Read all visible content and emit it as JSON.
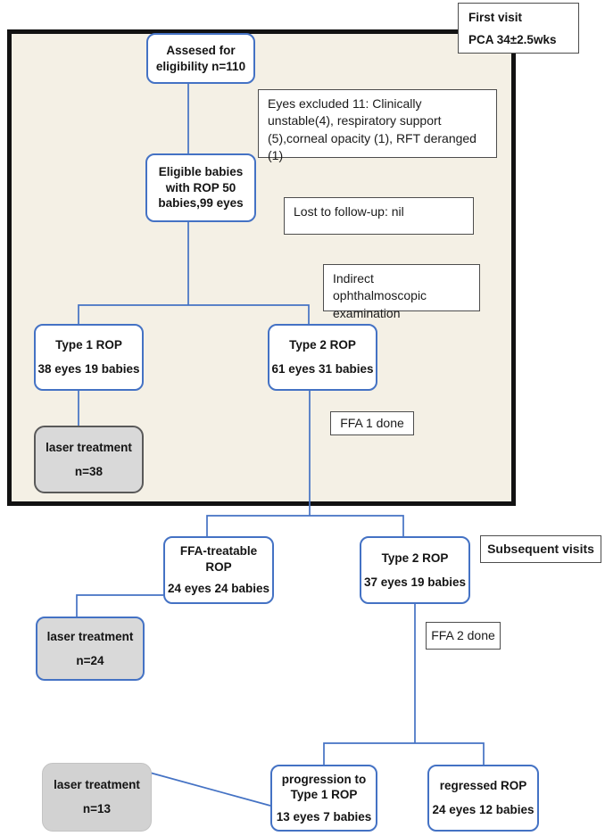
{
  "figure": {
    "type": "flowchart",
    "topic": "ROP screening and treatment flow"
  },
  "palette": {
    "accent_blue": "#4472c4",
    "panel_background": "#f4f0e5",
    "panel_border": "#121212",
    "gray_fill": "#d9d9d9",
    "thin_box_border": "#4d4d4d"
  },
  "annotations": {
    "first_visit": {
      "line1": "First visit",
      "line2": "PCA 34±2.5wks"
    },
    "excluded": "Eyes excluded 11: Clinically unstable(4), respiratory support (5),corneal opacity (1), RFT deranged (1)",
    "lost_followup": "Lost to follow-up: nil",
    "indirect_exam": "Indirect ophthalmoscopic examination",
    "ffa1": "FFA 1 done",
    "ffa2": "FFA 2 done",
    "subsequent_visits": "Subsequent visits"
  },
  "nodes": {
    "assessed": {
      "line1": "Assesed for",
      "line2": "eligibility n=110"
    },
    "eligible": {
      "line1": "Eligible babies",
      "line2": "with ROP 50",
      "line3": "babies,99 eyes"
    },
    "type1": {
      "line1": "Type 1 ROP",
      "line2": "38 eyes 19 babies"
    },
    "type2_first": {
      "line1": "Type 2 ROP",
      "line2": "61 eyes 31 babies"
    },
    "laser38": {
      "line1": "laser treatment",
      "line2": "n=38"
    },
    "ffa_treatable": {
      "line1": "FFA-treatable",
      "line2": "ROP",
      "line3": "24 eyes 24 babies"
    },
    "type2_subsequent": {
      "line1": "Type 2 ROP",
      "line2": "37 eyes 19 babies"
    },
    "laser24": {
      "line1": "laser treatment",
      "line2": "n=24"
    },
    "progression": {
      "line1": "progression to",
      "line2": "Type 1 ROP",
      "line3": "13 eyes 7 babies"
    },
    "regressed": {
      "line1": "regressed ROP",
      "line2": "24 eyes 12 babies"
    },
    "laser13": {
      "line1": "laser treatment",
      "line2": "n=13"
    }
  }
}
